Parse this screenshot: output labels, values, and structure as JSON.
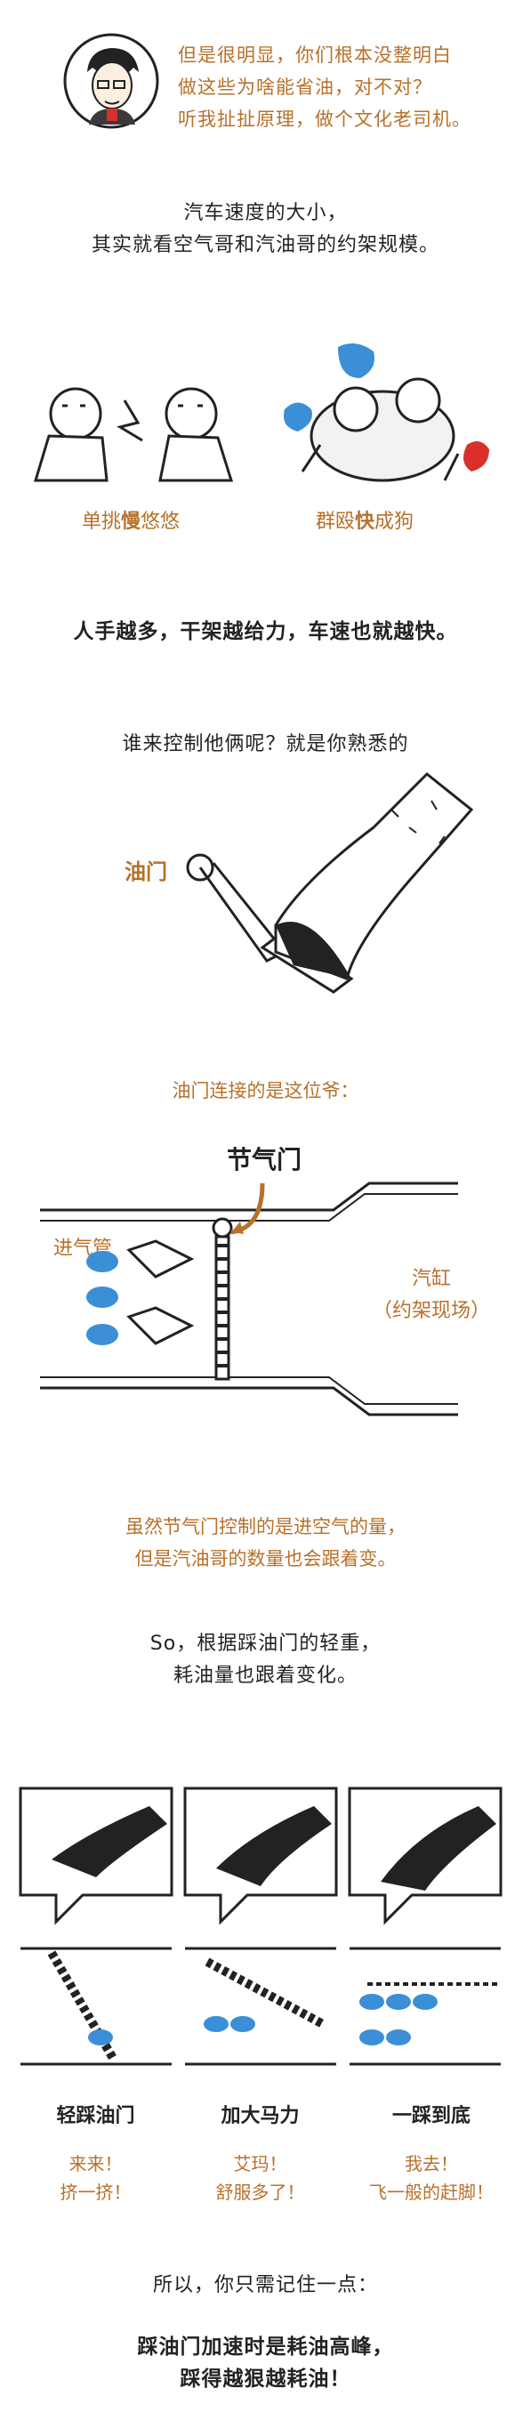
{
  "intro": {
    "lines": [
      "但是很明显，你们根本没整明白",
      "做这些为啥能省油，对不对？",
      "听我扯扯原理，做个文化老司机。"
    ]
  },
  "para1": {
    "lines": [
      "汽车速度的大小，",
      "其实就看空气哥和汽油哥的约架规模。"
    ]
  },
  "fight": {
    "left_caption_pre": "单挑",
    "left_caption_key": "慢",
    "left_caption_post": "悠悠",
    "right_caption_pre": "群殴",
    "right_caption_key": "快",
    "right_caption_post": "成狗"
  },
  "conclusion1": "人手越多，干架越给力，车速也就越快。",
  "question": "谁来控制他俩呢？就是你熟悉的",
  "pedal_label": "油门",
  "throttle_intro": "油门连接的是这位爷：",
  "throttle_title": "节气门",
  "intake_label": "进气管",
  "cylinder_label": {
    "line1": "汽缸",
    "line2": "（约架现场）"
  },
  "explain": {
    "lines": [
      "虽然节气门控制的是进空气的量，",
      "但是汽油哥的数量也会跟着变。"
    ]
  },
  "so": {
    "lines": [
      "So，根据踩油门的轻重，",
      "耗油量也跟着变化。"
    ]
  },
  "cases": [
    {
      "title": "轻踩油门",
      "sub1": "来来！",
      "sub2": "挤一挤！"
    },
    {
      "title": "加大马力",
      "sub1": "艾玛！",
      "sub2": "舒服多了！"
    },
    {
      "title": "一踩到底",
      "sub1": "我去！",
      "sub2": "飞一般的赶脚！"
    }
  ],
  "final_intro": "所以，你只需记住一点：",
  "final": {
    "lines": [
      "踩油门加速时是耗油高峰，",
      "踩得越狠越耗油！"
    ]
  },
  "colors": {
    "accent": "#b7712a",
    "blue": "#3a8fd6",
    "red": "#d9302c",
    "ink": "#222222"
  }
}
